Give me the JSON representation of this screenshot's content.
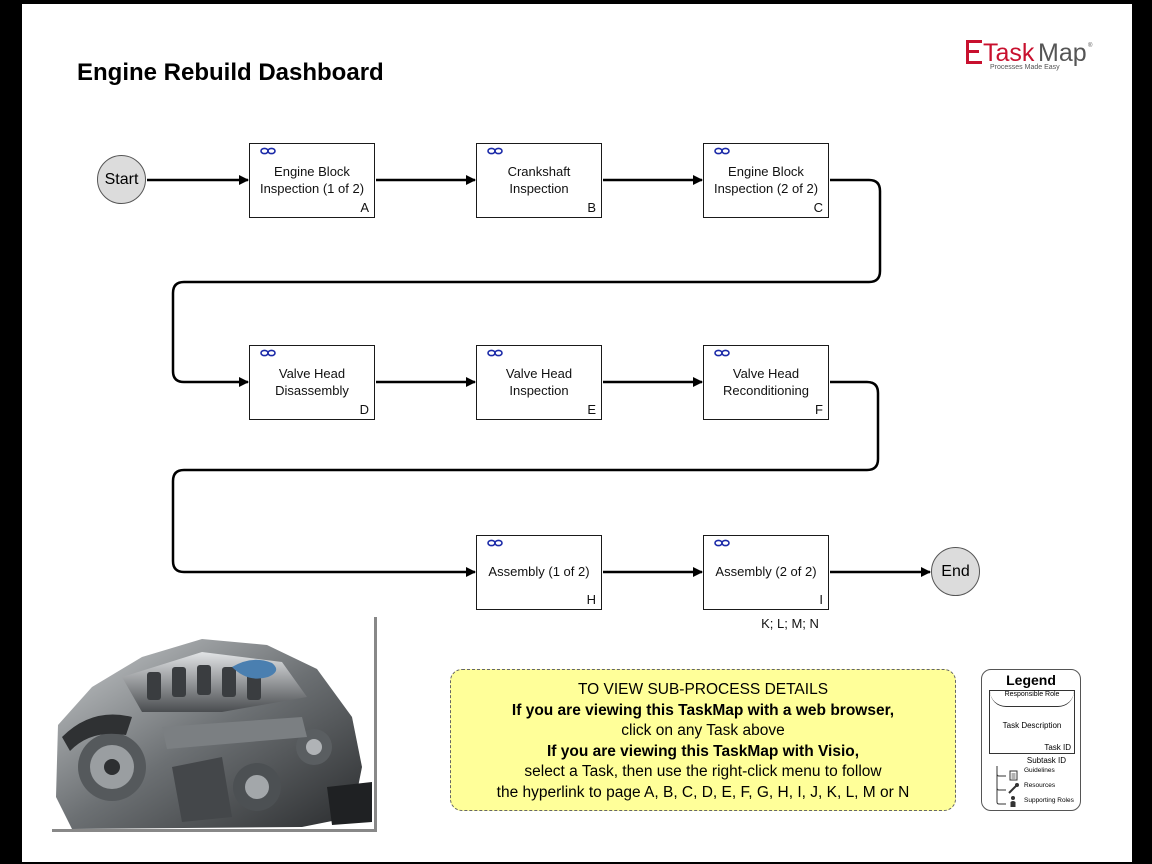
{
  "title": "Engine Rebuild Dashboard",
  "logo": {
    "name": "TaskMap",
    "tagline": "Processes Made Easy"
  },
  "start_label": "Start",
  "end_label": "End",
  "tasks": [
    {
      "description": "Engine Block Inspection (1 of 2)",
      "id": "A"
    },
    {
      "description": "Crankshaft Inspection",
      "id": "B"
    },
    {
      "description": "Engine Block Inspection (2 of 2)",
      "id": "C"
    },
    {
      "description": "Valve Head Disassembly",
      "id": "D"
    },
    {
      "description": "Valve Head Inspection",
      "id": "E"
    },
    {
      "description": "Valve Head Reconditioning",
      "id": "F"
    },
    {
      "description": "Assembly (1 of 2)",
      "id": "H"
    },
    {
      "description": "Assembly (2 of 2)",
      "id": "I"
    }
  ],
  "subtask_ids": "K; L; M; N",
  "notice": {
    "line1": "TO VIEW SUB-PROCESS DETAILS",
    "line2": "If you are viewing this TaskMap with a web browser,",
    "line3": "click on any Task above",
    "line4": "If you are viewing this TaskMap with Visio,",
    "line5": "select a Task, then use the right-click menu to follow",
    "line6": "the hyperlink to page A, B, C, D, E, F, G, H, I, J, K, L, M or N"
  },
  "legend": {
    "title": "Legend",
    "responsible_role": "Responsible Role",
    "task_description": "Task Description",
    "task_id": "Task ID",
    "subtask_id": "Subtask ID",
    "guidelines": "Guidelines",
    "resources": "Resources",
    "supporting_roles": "Supporting Roles"
  },
  "colors": {
    "terminal_fill": "#dcdcdc",
    "notice_fill": "#ffff99",
    "link_icon": "#1b2aa8",
    "logo_red": "#c8102e"
  }
}
